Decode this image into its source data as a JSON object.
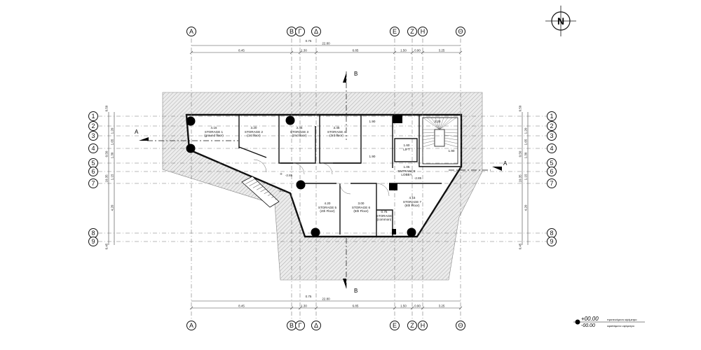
{
  "north_label": "N",
  "grid_columns": [
    "A",
    "B",
    "Γ",
    "Δ",
    "E",
    "Z",
    "H",
    "Θ"
  ],
  "grid_rows": [
    "1",
    "2",
    "3",
    "4",
    "5",
    "6",
    "7",
    "8",
    "9"
  ],
  "top_dims": {
    "total": "22.80",
    "offset": "0.75",
    "segments": [
      "8.45",
      "1.30",
      "6.85",
      "1.50",
      "0.90",
      "3.25"
    ]
  },
  "bottom_dims": {
    "total": "22.80",
    "offset": "0.75",
    "segments": [
      "8.45",
      "1.30",
      "6.85",
      "1.50",
      "0.90",
      "3.25"
    ]
  },
  "side_dims": {
    "total": "10.35",
    "top": "0.50",
    "segments": [
      "1.20",
      "1.65",
      "1.30",
      "1.15",
      "4.20"
    ],
    "bottom": "0.45",
    "inner": "0.50"
  },
  "section_labels": {
    "a": "A",
    "b": "B"
  },
  "rooms": [
    {
      "name": "STORAGE 1",
      "floor": "(ground floor)",
      "dim": "4.15"
    },
    {
      "name": "STORAGE 2",
      "floor": "(1st floor)",
      "dim": "3.20"
    },
    {
      "name": "STORAGE 3",
      "floor": "(2nd floor)",
      "dim": "3.45"
    },
    {
      "name": "STORAGE 4",
      "floor": "(3rd floor)",
      "dim": "3.45"
    },
    {
      "name": "STORAGE 5",
      "floor": "(4th Floor)",
      "dim": "4.20"
    },
    {
      "name": "STORAGE 6",
      "floor": "(5th Floor)",
      "dim": "3.00"
    },
    {
      "name": "STORAGE",
      "floor": "(common)",
      "dim": "0.75"
    },
    {
      "name": "STORAGE 7",
      "floor": "(6th Floor)",
      "dim": "4.15"
    },
    {
      "name": "LIFT",
      "floor": "",
      "dim": "1.60"
    },
    {
      "name": "ENTRANCE",
      "floor": "LOBBY",
      "dim": "1.05"
    }
  ],
  "levels": [
    "-2.85",
    "-2.85",
    "-2.85"
  ],
  "misc_dims": [
    "1.90",
    "1.90",
    "3.20",
    "1.90"
  ],
  "legend": {
    "plus": "+00.00",
    "minus": "-00.00",
    "line1": "προτεινόμενο υψόμετρο",
    "line2": "υφιστάμενο υψόμετρο"
  }
}
